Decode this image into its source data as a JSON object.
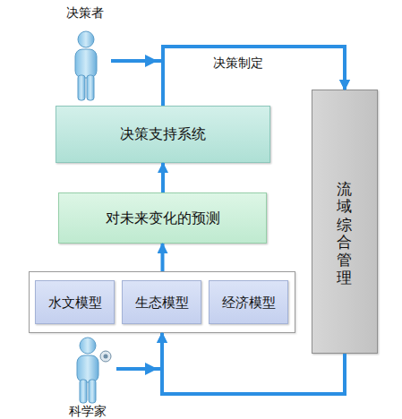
{
  "diagram": {
    "nodes": [
      {
        "text": [
          "决策者"
        ]
      },
      {
        "text": [
          "决策支持系统"
        ]
      },
      {
        "text": [
          "流域综合管理"
        ]
      },
      {
        "text": [
          "对未来变化的预测"
        ]
      },
      {
        "text": []
      },
      {
        "text": [
          "水文模型"
        ],
        "in": 4
      },
      {
        "text": [
          "生态模型"
        ],
        "in": 4
      },
      {
        "text": [
          "经济模型"
        ],
        "in": 4
      },
      {
        "text": [
          "科学家"
        ]
      }
    ],
    "edges": [
      {
        "from": 4,
        "to": 3,
        "arrow": "to"
      },
      {
        "from": 3,
        "to": 1,
        "arrow": "to"
      },
      {
        "from": 1,
        "to": 2,
        "label": "决策制定",
        "arrow": "to"
      },
      {
        "from": 0,
        "to": 2,
        "arrow": "to"
      },
      {
        "from": 2,
        "to": 4,
        "arrow": "to"
      },
      {
        "from": 8,
        "to": 4,
        "arrow": "to"
      }
    ]
  }
}
